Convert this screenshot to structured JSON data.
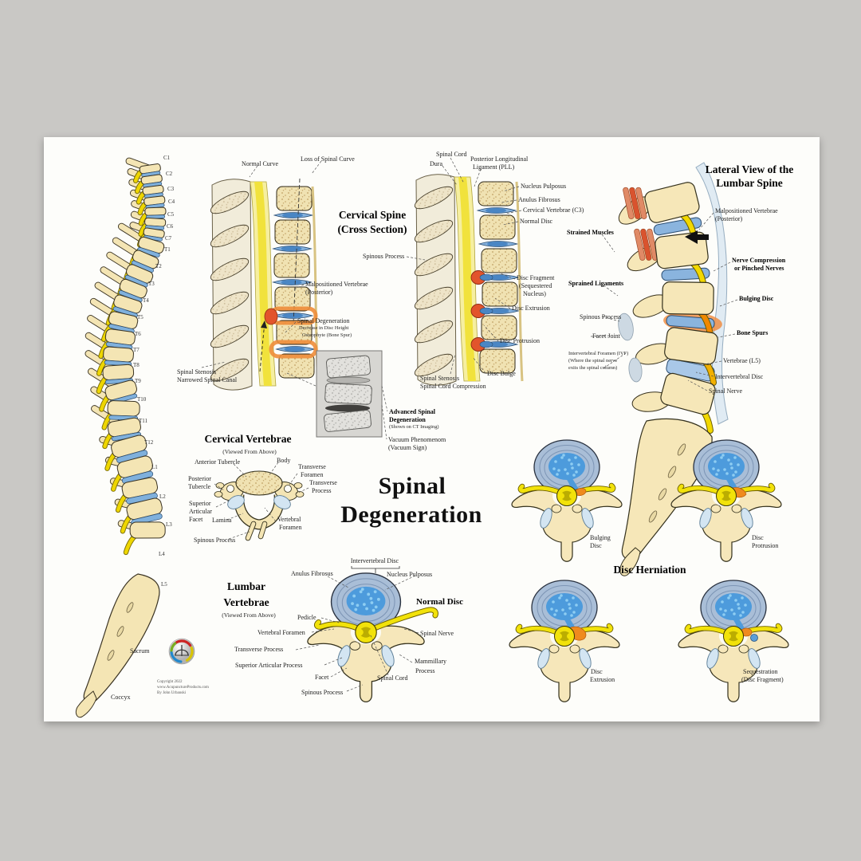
{
  "poster": {
    "main_title": {
      "line1": "Spinal",
      "line2": "Degeneration"
    },
    "spine": {
      "vertebrae": [
        "C1",
        "C2",
        "C3",
        "C4",
        "C5",
        "C6",
        "C7",
        "T1",
        "T2",
        "T3",
        "T4",
        "T5",
        "T6",
        "T7",
        "T8",
        "T9",
        "T10",
        "T11",
        "T12",
        "L1",
        "L2",
        "L3",
        "L4",
        "L5"
      ],
      "sacrum": "Sacrum",
      "coccyx": "Coccyx"
    },
    "cs1": {
      "title_1": "Cervical Spine",
      "title_2": "(Cross Section)",
      "labels": {
        "normal_curve": "Normal Curve",
        "loss_of_spinal_curve": "Loss of Spinal Curve",
        "malpositioned_1": "Malpositioned Vertebrae",
        "malpositioned_2": "(Posterior)",
        "degeneration_1": "Spinal Degeneration",
        "degeneration_2": "Decrease in Disc Height",
        "degeneration_3": "Osteophyte (Bone Spur)",
        "stenosis_1": "Spinal Stenosis",
        "stenosis_2": "Narrowed Spinal Canal"
      }
    },
    "cs2": {
      "labels": {
        "spinal_cord": "Spinal Cord",
        "dura": "Dura",
        "pll_1": "Posterior Longitudinal",
        "pll_2": "Ligament (PLL)",
        "nucleus_pulposus": "Nucleus Pulposus",
        "anulus_fibrosus": "Anulus Fibrosus",
        "cervical_vertebrae_c3": "Cervical Vertebrae (C3)",
        "normal_disc": "Normal Disc",
        "spinous_process": "Spinous Process",
        "disc_fragment_1": "Disc Fragment",
        "disc_fragment_2": "(Sequestered",
        "disc_fragment_3": "Nucleus)",
        "disc_extrusion": "Disc Extrusion",
        "disc_protrusion": "Disc Protrusion",
        "disc_bulge": "Disc Bulge",
        "stenosis_1": "Spinal Stenosis",
        "stenosis_2": "Spinal Cord Compression"
      }
    },
    "ct_inset": {
      "advanced_1": "Advanced Spinal",
      "advanced_2": "Degeneration",
      "advanced_3": "(Shown on CT Imaging)",
      "vacuum_1": "Vacuum Phenomenom",
      "vacuum_2": "(Vacuum Sign)"
    },
    "lateral": {
      "title_1": "Lateral View of the",
      "title_2": "Lumbar Spine",
      "labels": {
        "malpositioned_1": "Malpositioned Vertebrae",
        "malpositioned_2": "(Posterior)",
        "strained_muscles": "Strained Muscles",
        "nerve_compression_1": "Nerve Compression",
        "nerve_compression_2": "or Pinched Nerves",
        "sprained_ligaments": "Sprained Ligaments",
        "spinous_process": "Spinous Process",
        "bulging_disc": "Bulging Disc",
        "facet_joint": "Facet Joint",
        "bone_spurs": "Bone Spurs",
        "ivf_1": "Intervertebral Foramen (IVF)",
        "ivf_2": "(Where the spinal nerve",
        "ivf_3": "exits the spinal column)",
        "vertebrae_l5": "Vertebrae (L5)",
        "intervertebral_disc": "Intervertebral Disc",
        "spinal_nerve": "Spinal Nerve"
      }
    },
    "cervical_top": {
      "title": "Cervical Vertebrae",
      "subtitle": "(Viewed From Above)",
      "labels": {
        "anterior_tubercle": "Anterior Tubercle",
        "body": "Body",
        "transverse_foramen_1": "Transverse",
        "transverse_foramen_2": "Foramen",
        "posterior_tubercle_1": "Posterior",
        "posterior_tubercle_2": "Tubercle",
        "transverse_process_1": "Transverse",
        "transverse_process_2": "Process",
        "superior_1": "Superior",
        "superior_2": "Articular",
        "superior_3": "Facet",
        "lamina": "Lamina",
        "vertebral_foramen_1": "Vertebral",
        "vertebral_foramen_2": "Foramen",
        "spinous_process": "Spinous Process"
      }
    },
    "lumbar_top": {
      "title_1": "Lumbar",
      "title_2": "Vertebrae",
      "subtitle": "(Viewed From Above)",
      "normal_disc": "Normal Disc",
      "labels": {
        "intervertebral_disc": "Intervertebral Disc",
        "anulus_fibrosus": "Anulus Fibrosus",
        "nucleus_pulposus": "Nucleus Pulposus",
        "pedicle": "Pedicle",
        "vertebral_foramen": "Vertebral Foramen",
        "spinal_nerve": "Spinal Nerve",
        "transverse_process": "Transverse Process",
        "superior_articular_process": "Superior Articular Process",
        "facet": "Facet",
        "mammillary_1": "Mammillary",
        "mammillary_2": "Process",
        "spinal_cord": "Spinal Cord",
        "spinous_process": "Spinous Process"
      }
    },
    "herniation": {
      "title": "Disc Herniation",
      "bulging_1": "Bulging",
      "bulging_2": "Disc",
      "protrusion_1": "Disc",
      "protrusion_2": "Protrusion",
      "extrusion_1": "Disc",
      "extrusion_2": "Extrusion",
      "sequestration_1": "Sequestration",
      "sequestration_2": "(Disc Fragment)"
    },
    "footer": {
      "line1": "Copyright 2022",
      "line2": "www.AcupunctureProducts.com",
      "line3": "By John Urbanski"
    }
  },
  "colors": {
    "page_background": "#c9c8c5",
    "poster_background": "#fdfdfa",
    "bone_tan": "#f4e5b4",
    "disc_blue": "#7fb0dc",
    "nerve_yellow": "#f2e20a",
    "inflammation_orange": "#ef8a1e",
    "herniation_red": "#e2542c"
  }
}
